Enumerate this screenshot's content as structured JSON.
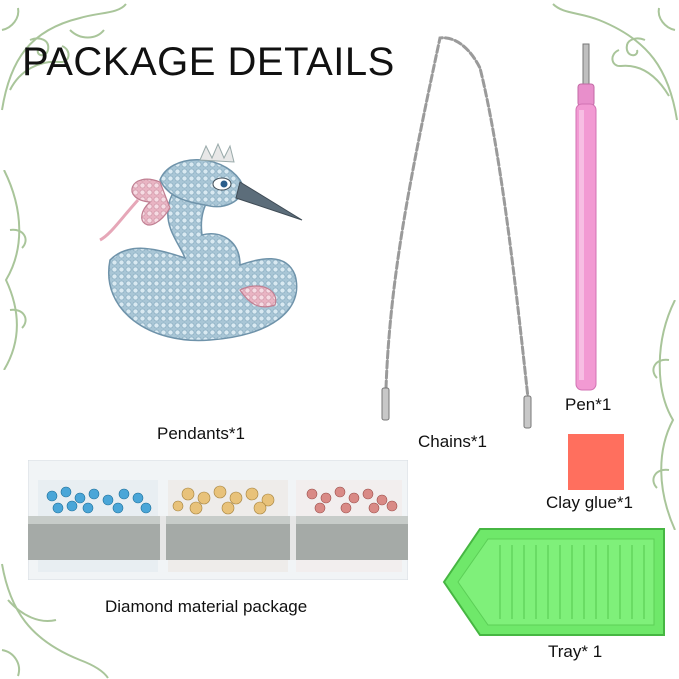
{
  "title": "PACKAGE DETAILS",
  "items": {
    "pendants": "Pendants*1",
    "chains": "Chains*1",
    "pen": "Pen*1",
    "clay_glue": "Clay glue*1",
    "diamond_package": "Diamond material package",
    "tray": "Tray* 1"
  },
  "colors": {
    "ornament": "#a9c59a",
    "pen": "#f29ad3",
    "clay": "#ff6f5e",
    "tray": "#6fe86a",
    "chain": "#9a9a9a"
  }
}
